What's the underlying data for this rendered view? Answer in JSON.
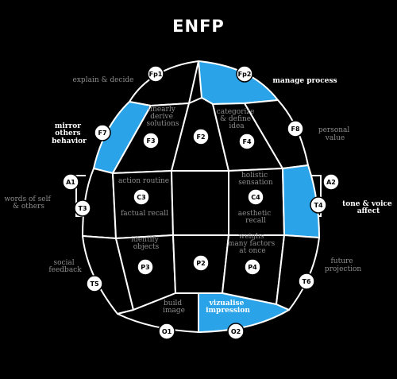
{
  "title": "ENFP",
  "colors": {
    "background": "#000000",
    "highlight": "#2aa3e8",
    "line": "#ffffff",
    "dim_text": "#8c8c8c"
  },
  "nodes": {
    "Fp1": "Fp1",
    "Fp2": "Fp2",
    "F7": "F7",
    "F3": "F3",
    "F2": "F2",
    "F4": "F4",
    "F8": "F8",
    "A1": "A1",
    "T3": "T3",
    "C3": "C3",
    "C4": "C4",
    "T4": "T4",
    "A2": "A2",
    "T5": "T5",
    "P3": "P3",
    "P2": "P2",
    "P4": "P4",
    "T6": "T6",
    "O1": "O1",
    "O2": "O2"
  },
  "highlighted_regions": [
    "Fp2",
    "F7",
    "T4",
    "O2"
  ],
  "labels": {
    "explain_decide": "explain & decide",
    "manage_process": "manage process",
    "mirror": [
      "mirror",
      "others",
      "behavior"
    ],
    "linearly": [
      "linearly",
      "derive",
      "solutions"
    ],
    "categorize": [
      "categorize",
      "& define",
      "idea"
    ],
    "personal_value": [
      "personal",
      "value"
    ],
    "words_self": [
      "words of self",
      "& others"
    ],
    "action_routine": "action routine",
    "factual_recall": "factual recall",
    "holistic": [
      "holistic",
      "sensation"
    ],
    "aesthetic": [
      "aesthetic",
      "recall"
    ],
    "tone_voice": [
      "tone & voice",
      "affect"
    ],
    "identify": [
      "identify",
      "objects"
    ],
    "weighs": [
      "weighs",
      "many factors",
      "at once"
    ],
    "social_feedback": [
      "social",
      "feedback"
    ],
    "future_projection": [
      "future",
      "projection"
    ],
    "build_image": [
      "build",
      "image"
    ],
    "vizualise": [
      "vizualise",
      "impression"
    ]
  }
}
